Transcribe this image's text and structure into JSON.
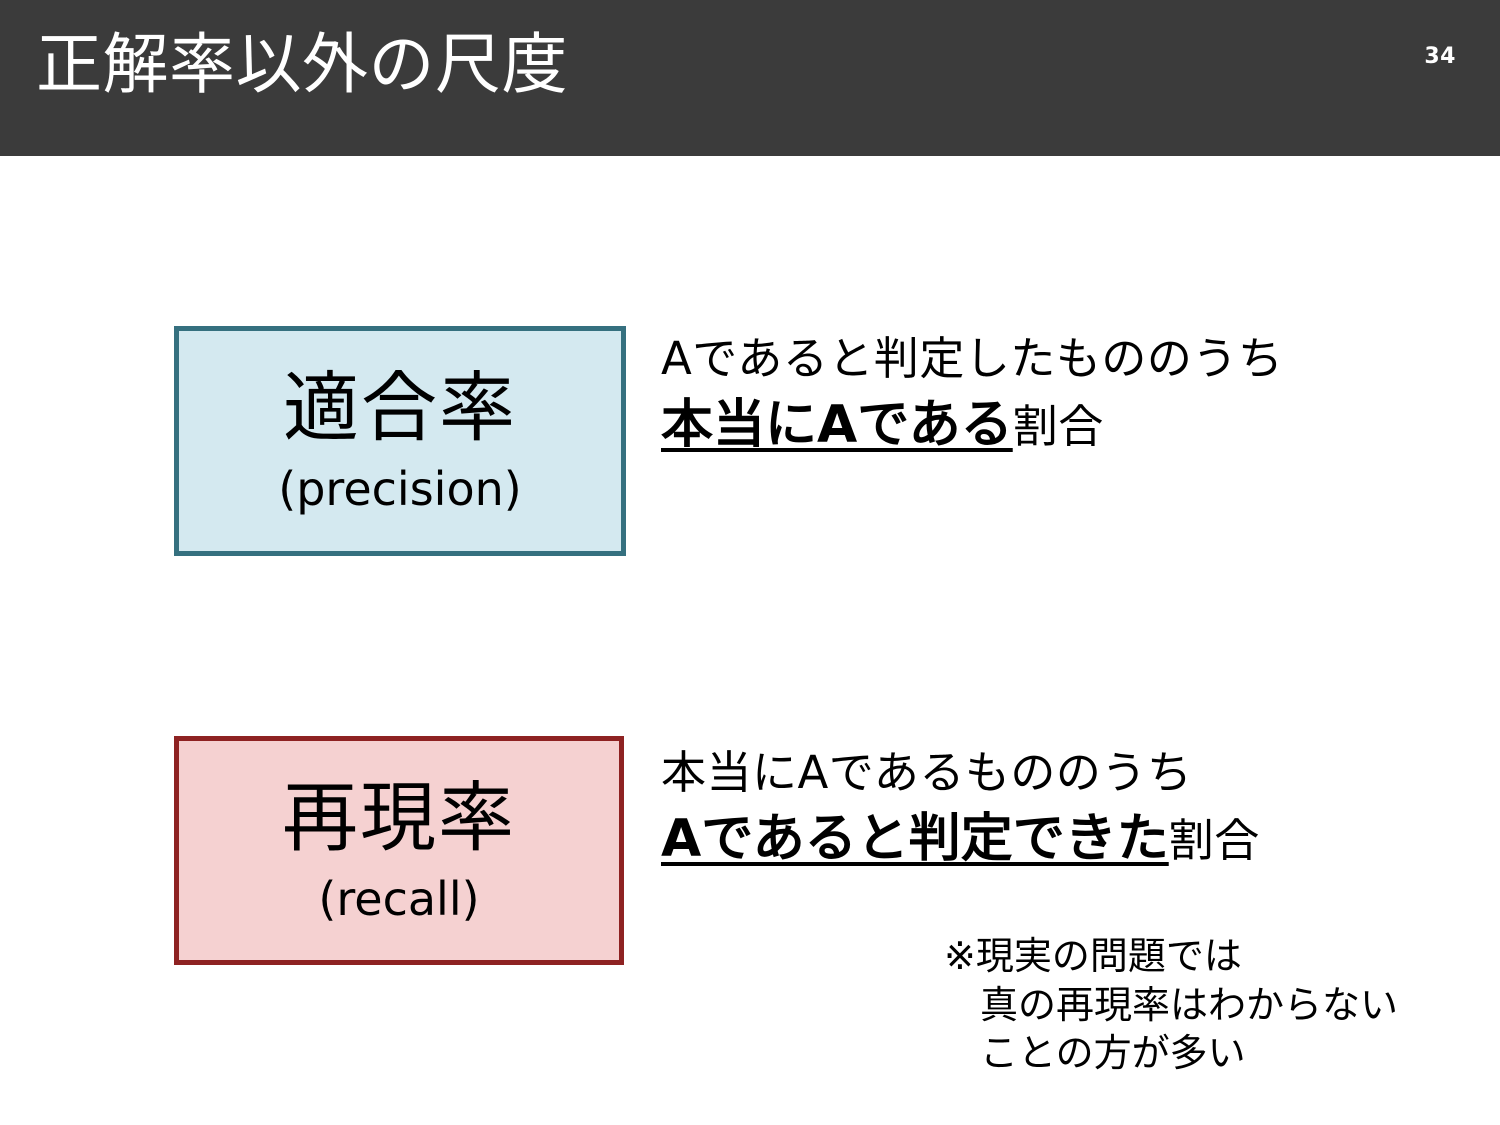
{
  "slide": {
    "title": "正解率以外の尺度",
    "page_number": "34",
    "header_color": "#3b3b3b",
    "background_color": "#ffffff"
  },
  "metrics": [
    {
      "id": "precision",
      "term_jp": "適合率",
      "term_en": "(precision)",
      "box_fill": "#d4e9f0",
      "box_border": "#35707f",
      "definition": {
        "line1": "Aであると判定したもののうち",
        "emphasis": "本当にAである",
        "tail": "割合"
      }
    },
    {
      "id": "recall",
      "term_jp": "再現率",
      "term_en": "(recall)",
      "box_fill": "#f5d1d1",
      "box_border": "#8e2222",
      "definition": {
        "line1": "本当にAであるもののうち",
        "emphasis": "Aであると判定できた",
        "tail": "割合"
      }
    }
  ],
  "footnote": {
    "line1": "※現実の問題では",
    "line2": "真の再現率はわからない",
    "line3": "ことの方が多い"
  }
}
